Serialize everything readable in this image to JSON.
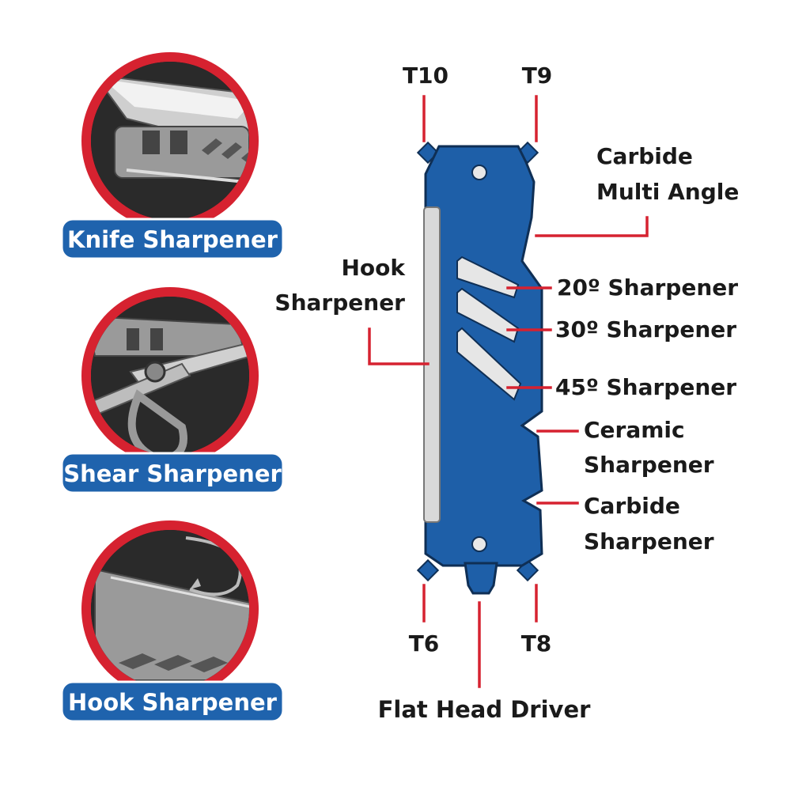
{
  "features": [
    {
      "label": "Knife Sharpener",
      "icon": "knife-blade-icon"
    },
    {
      "label": "Shear Sharpener",
      "icon": "shears-icon"
    },
    {
      "label": "Hook Sharpener",
      "icon": "fish-hook-icon"
    }
  ],
  "tool": {
    "torx_top_left": "T10",
    "torx_top_right": "T9",
    "torx_bottom_left": "T6",
    "torx_bottom_right": "T8",
    "carbide_multi_line1": "Carbide",
    "carbide_multi_line2": "Multi Angle",
    "hook_line1": "Hook",
    "hook_line2": "Sharpener",
    "sharp20": "20º Sharpener",
    "sharp30": "30º Sharpener",
    "sharp45": "45º Sharpener",
    "ceramic_line1": "Ceramic",
    "ceramic_line2": "Sharpener",
    "carbide_line1": "Carbide",
    "carbide_line2": "Sharpener",
    "flat_head": "Flat Head Driver"
  },
  "colors": {
    "tool_blue": "#1e5fa8",
    "accent_red": "#d62230",
    "pill_blue": "#1f63ad",
    "circle_dark": "#1c1c1c"
  }
}
